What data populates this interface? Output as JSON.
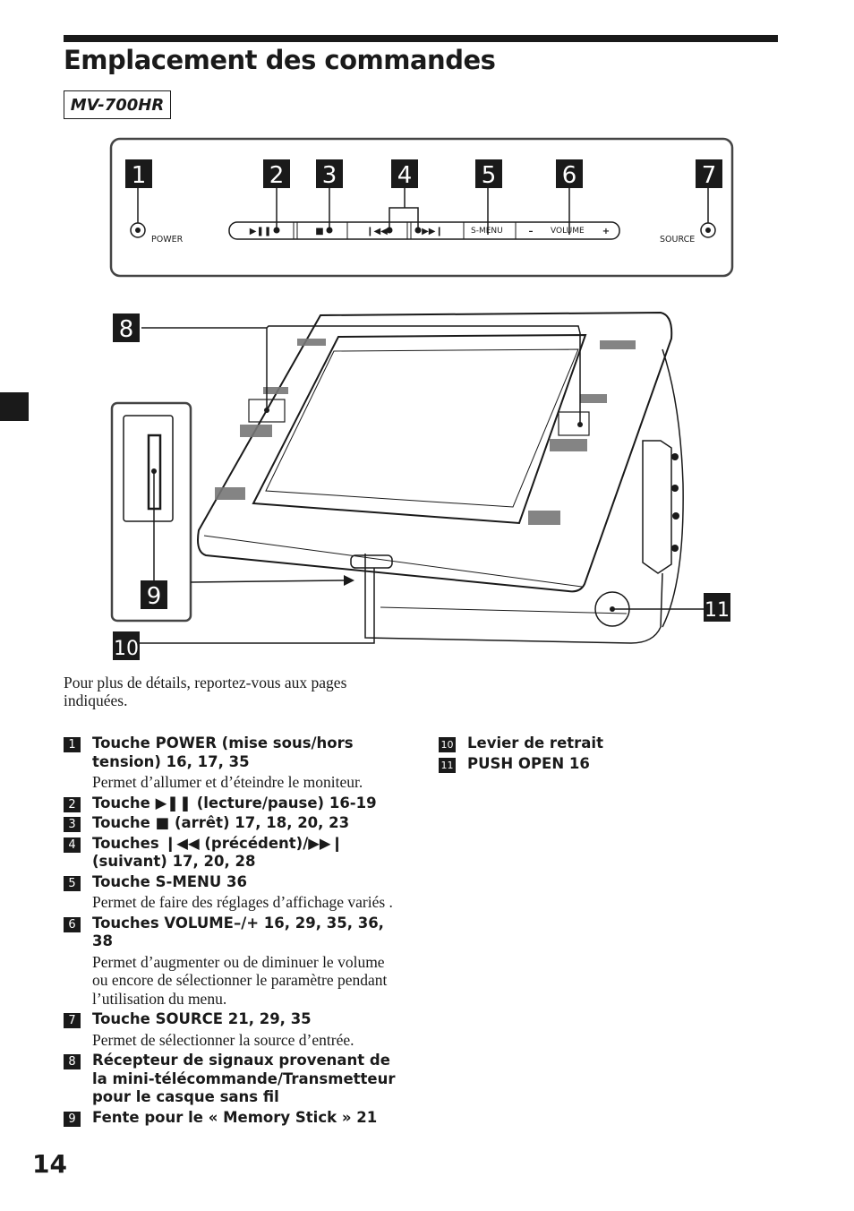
{
  "page": {
    "title": "Emplacement des commandes",
    "model": "MV-700HR",
    "page_number": "14",
    "intro": "Pour plus de détails, reportez-vous aux pages indiquées."
  },
  "panel": {
    "power_label": "POWER",
    "smenu_label": "S-MENU",
    "volume_label": "VOLUME",
    "minus_label": "–",
    "plus_label": "+",
    "source_label": "SOURCE",
    "play_glyph": "▶❚❚",
    "stop_glyph": "■",
    "prev_glyph": "❙◀◀",
    "next_glyph": "▶▶❙"
  },
  "callouts": [
    "1",
    "2",
    "3",
    "4",
    "5",
    "6",
    "7",
    "8",
    "9",
    "10",
    "11"
  ],
  "items_left": [
    {
      "num": "1",
      "title": "Touche POWER (mise sous/hors tension) 16, 17, 35",
      "desc": "Permet d’allumer et d’éteindre le moniteur."
    },
    {
      "num": "2",
      "title": "Touche ▶❚❚ (lecture/pause)  16-19",
      "desc": ""
    },
    {
      "num": "3",
      "title": "Touche ■ (arrêt)  17, 18, 20, 23",
      "desc": ""
    },
    {
      "num": "4",
      "title": "Touches ❙◀◀ (précédent)/▶▶❙ (suivant) 17, 20, 28",
      "desc": ""
    },
    {
      "num": "5",
      "title": "Touche S-MENU  36",
      "desc": "Permet de faire des réglages d’affichage variés ."
    },
    {
      "num": "6",
      "title": "Touches VOLUME–/+  16, 29, 35, 36, 38",
      "desc": "Permet d’augmenter ou de diminuer le volume ou encore de sélectionner le paramètre pendant l’utilisation du menu."
    },
    {
      "num": "7",
      "title": "Touche SOURCE  21, 29, 35",
      "desc": "Permet de sélectionner la source d’entrée."
    },
    {
      "num": "8",
      "title": "Récepteur de signaux provenant de la mini-télécommande/Transmetteur pour le casque sans fil",
      "desc": ""
    },
    {
      "num": "9",
      "title": "Fente pour le « Memory Stick »  21",
      "desc": ""
    }
  ],
  "items_right": [
    {
      "num": "10",
      "title": "Levier de retrait",
      "desc": ""
    },
    {
      "num": "11",
      "title": "PUSH OPEN  16",
      "desc": ""
    }
  ]
}
